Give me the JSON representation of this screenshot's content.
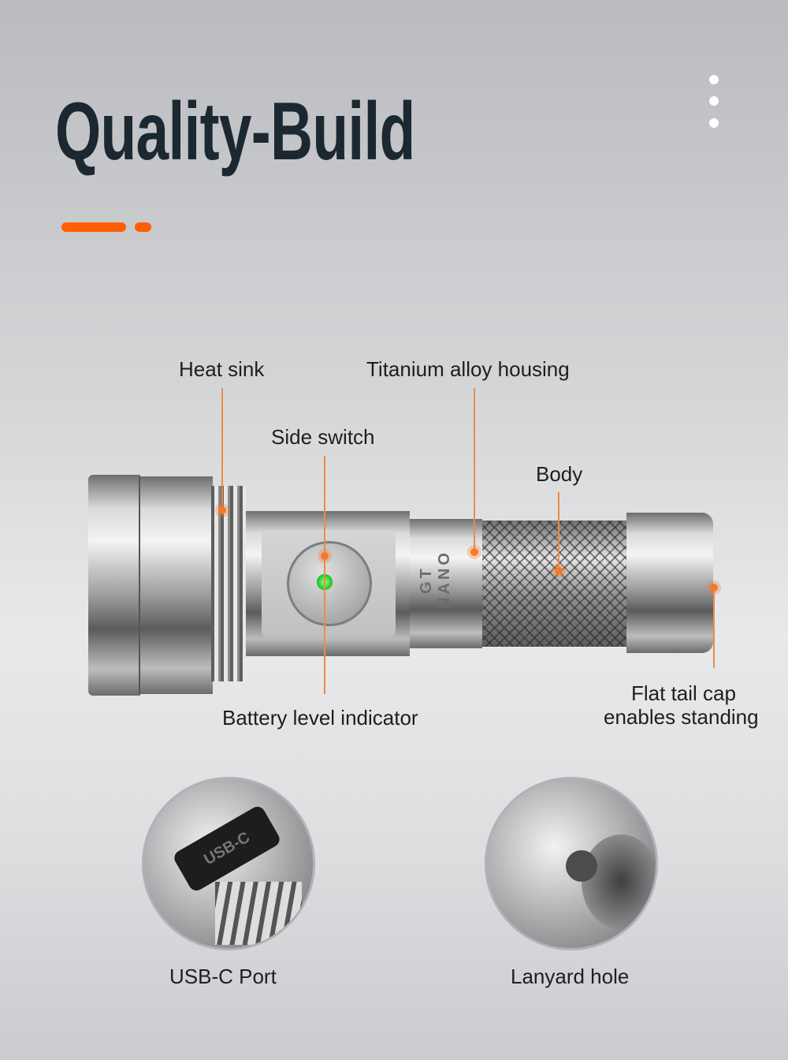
{
  "title": "Quality-Build",
  "engraving": "GT NANO",
  "accent_color": "#ff5f00",
  "callout_color": "#f08a45",
  "callouts": {
    "heat_sink": "Heat sink",
    "titanium": "Titanium alloy housing",
    "side_switch": "Side switch",
    "body": "Body",
    "battery": "Battery level indicator",
    "tail_line1": "Flat tail cap",
    "tail_line2": "enables standing"
  },
  "details": [
    {
      "label": "USB-C Port",
      "port_text": "USB-C"
    },
    {
      "label": "Lanyard hole"
    }
  ],
  "icons": [
    "more-vertical-icon"
  ]
}
